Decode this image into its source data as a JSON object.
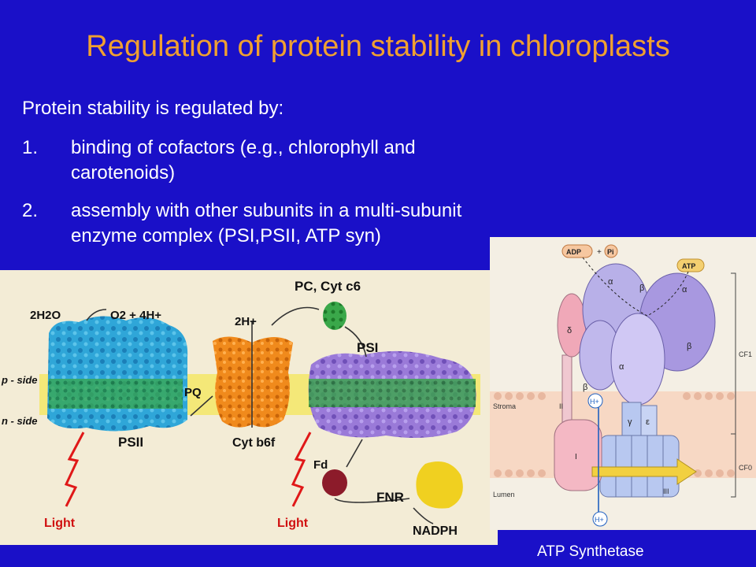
{
  "slide": {
    "title": "Regulation of protein stability in chloroplasts",
    "intro": "Protein stability is regulated by:",
    "items": [
      {
        "number": "1.",
        "line1": "binding of cofactors (e.g., chlorophyll and",
        "line2": "carotenoids)"
      },
      {
        "number": "2.",
        "line1": "assembly with other subunits in a multi-subunit",
        "line2": "enzyme complex (PSI,PSII, ATP syn)"
      }
    ]
  },
  "left_figure": {
    "water": "2H2O",
    "oxygen": "O2 + 4H+",
    "pc": "PC, Cyt c6",
    "protons": "2H+",
    "p_side": "p - side",
    "n_side": "n - side",
    "pq": "PQ",
    "psii": "PSII",
    "psi": "PSI",
    "cyt": "Cyt b6f",
    "fd": "Fd",
    "fnr": "FNR",
    "nadph": "NADPH",
    "light_1": "Light",
    "light_2": "Light"
  },
  "right_figure": {
    "adp": "ADP",
    "plus": "+",
    "pi": "Pi",
    "atp": "ATP",
    "alpha": "α",
    "beta": "β",
    "delta": "δ",
    "gamma": "γ",
    "epsilon": "ε",
    "ii": "II",
    "i": "I",
    "iii": "III",
    "h_top": "H+",
    "h_bottom": "H+",
    "stroma": "Stroma",
    "lumen": "Lumen",
    "cf1": "CF1",
    "cf0": "CF0",
    "caption": "ATP Synthetase"
  },
  "colors": {
    "background": "#1a10c8",
    "title": "#f0a030",
    "text": "#ffffff",
    "light_arrow": "#e01818"
  }
}
